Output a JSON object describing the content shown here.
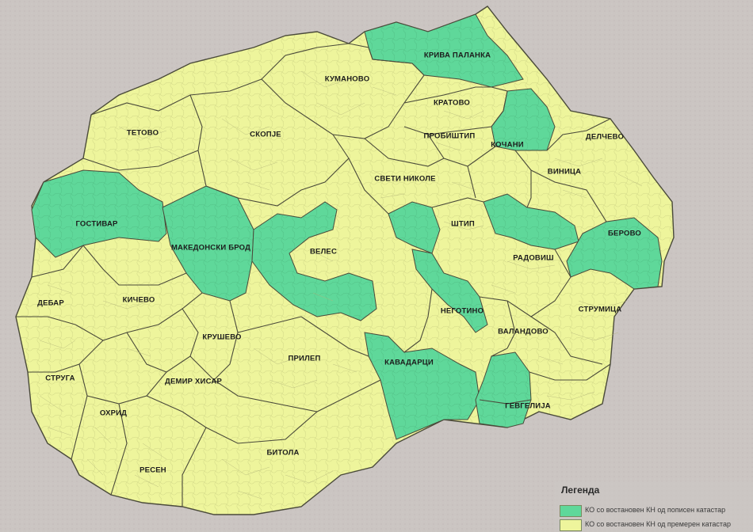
{
  "colors": {
    "background": "#c9c3c0",
    "yellow_region": "#eef59c",
    "green_region": "#5fd89a",
    "border": "#5a5a4a"
  },
  "regions": [
    {
      "id": "kriva-palanka",
      "label": "КРИВА ПАЛАНКА",
      "category": "green"
    },
    {
      "id": "kumanovo",
      "label": "КУМАНОВО",
      "category": "yellow"
    },
    {
      "id": "kratovo",
      "label": "КРАТОВО",
      "category": "yellow"
    },
    {
      "id": "tetovo",
      "label": "ТЕТОВО",
      "category": "yellow"
    },
    {
      "id": "skopje",
      "label": "СКОПЈЕ",
      "category": "yellow"
    },
    {
      "id": "probishtip",
      "label": "ПРОБИШТИП",
      "category": "yellow"
    },
    {
      "id": "kochani",
      "label": "КОЧАНИ",
      "category": "green"
    },
    {
      "id": "delchevo",
      "label": "ДЕЛЧЕВО",
      "category": "yellow"
    },
    {
      "id": "sveti-nikole",
      "label": "СВЕТИ НИКОЛЕ",
      "category": "yellow"
    },
    {
      "id": "vinica",
      "label": "ВИНИЦА",
      "category": "yellow"
    },
    {
      "id": "gostivar",
      "label": "ГОСТИВАР",
      "category": "green"
    },
    {
      "id": "makedonski-brod",
      "label": "МАКЕДОНСКИ БРОД",
      "category": "green"
    },
    {
      "id": "veles",
      "label": "ВЕЛЕС",
      "category": "yellow"
    },
    {
      "id": "shtip",
      "label": "ШТИП",
      "category": "yellow"
    },
    {
      "id": "berovo",
      "label": "БЕРОВО",
      "category": "green"
    },
    {
      "id": "radovish",
      "label": "РАДОВИШ",
      "category": "yellow"
    },
    {
      "id": "debar",
      "label": "ДЕБАР",
      "category": "yellow"
    },
    {
      "id": "kichevo",
      "label": "КИЧЕВО",
      "category": "yellow"
    },
    {
      "id": "negotino",
      "label": "НЕГОТИНО",
      "category": "yellow"
    },
    {
      "id": "strumica",
      "label": "СТРУМИЦА",
      "category": "yellow"
    },
    {
      "id": "krushevo",
      "label": "КРУШЕВО",
      "category": "yellow"
    },
    {
      "id": "valandovo",
      "label": "ВАЛАНДОВО",
      "category": "yellow"
    },
    {
      "id": "prilep",
      "label": "ПРИЛЕП",
      "category": "yellow"
    },
    {
      "id": "kavadarci",
      "label": "КАВАДАРЦИ",
      "category": "green"
    },
    {
      "id": "struga",
      "label": "СТРУГА",
      "category": "yellow"
    },
    {
      "id": "demir-hisar",
      "label": "ДЕМИР ХИСАР",
      "category": "yellow"
    },
    {
      "id": "gevgelija",
      "label": "ГЕВГЕЛИЈА",
      "category": "green"
    },
    {
      "id": "ohrid",
      "label": "ОХРИД",
      "category": "yellow"
    },
    {
      "id": "bitola",
      "label": "БИТОЛА",
      "category": "yellow"
    },
    {
      "id": "resen",
      "label": "РЕСЕН",
      "category": "yellow"
    }
  ],
  "legend": {
    "title": "Легенда",
    "items": [
      {
        "color": "#5fd89a",
        "label": "КО со востановен КН од пописен катастар"
      },
      {
        "color": "#eef59c",
        "label": "КО со востановен КН од премерен катастар"
      }
    ]
  }
}
